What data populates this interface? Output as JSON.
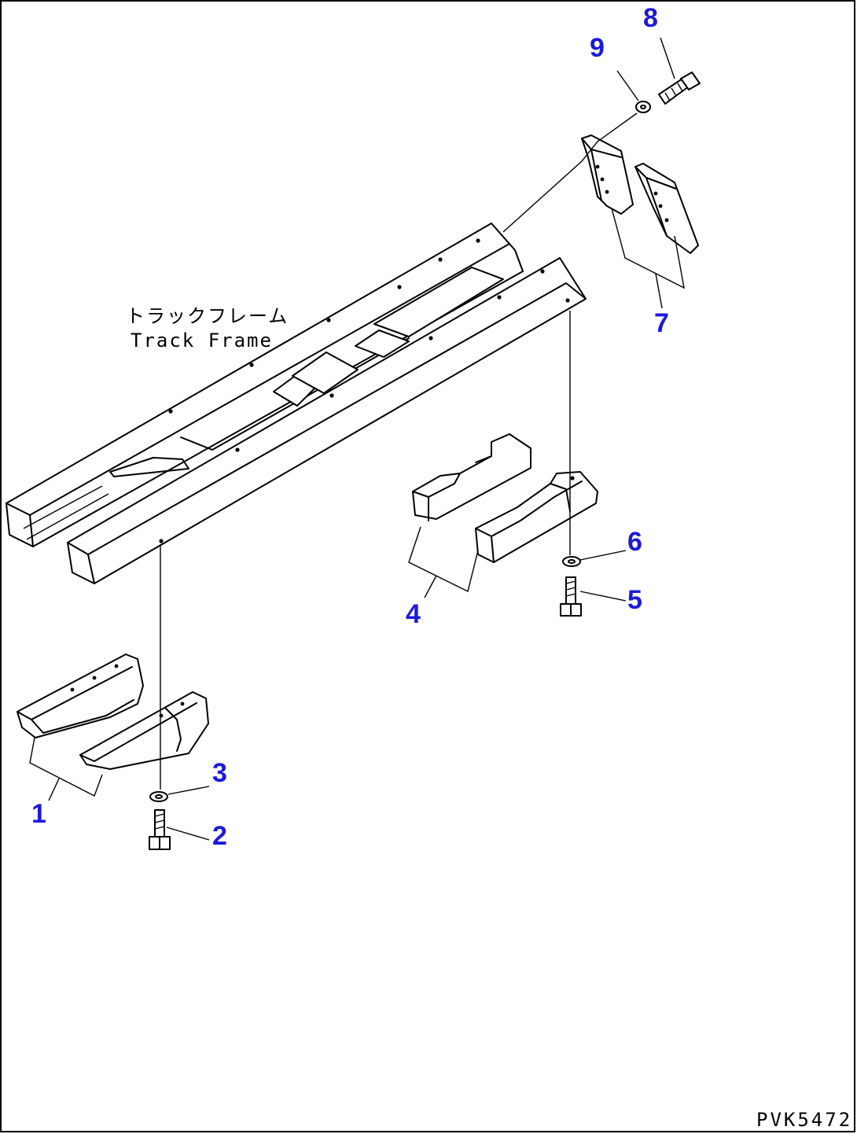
{
  "frame_label": {
    "japanese": "トラックフレーム",
    "english": "Track Frame"
  },
  "drawing_id": "PVK5472",
  "part_numbers": {
    "p1": "1",
    "p2": "2",
    "p3": "3",
    "p4": "4",
    "p5": "5",
    "p6": "6",
    "p7": "7",
    "p8": "8",
    "p9": "9"
  },
  "colors": {
    "part_number": "#1a1adc",
    "line": "#000000",
    "background": "#ffffff"
  }
}
